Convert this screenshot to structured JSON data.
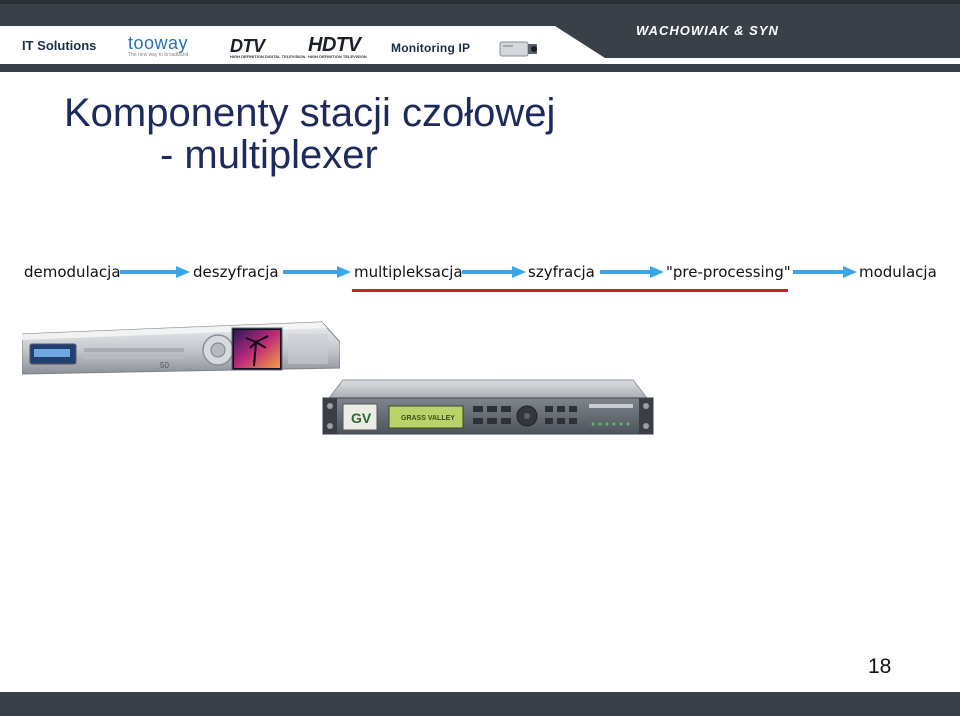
{
  "header": {
    "logos": {
      "it_solutions": "IT Solutions",
      "tooway": "tooway",
      "tooway_tagline": "The new way to broadband",
      "dtv": "DTV",
      "dtv_tagline": "HIGH DEFINITION DIGITAL TELEVISION",
      "hdtv": "HDTV",
      "hdtv_tagline": "HIGH DEFINITION TELEVISION",
      "monitoring": "Monitoring IP",
      "company": "WACHOWIAK & SYN"
    }
  },
  "slide": {
    "title_line1": "Komponenty stacji czołowej",
    "title_line2": "- multiplexer",
    "page_number": "18"
  },
  "chain": {
    "steps": [
      "demodulacja",
      "deszyfracja",
      "multipleksacja",
      "szyfracja",
      "\"pre-processing\"",
      "modulacja"
    ],
    "highlight_color": "#d0202a",
    "arrow_color": "#3aa6e8"
  },
  "devices": {
    "multiplexer_brand": "GRASS VALLEY",
    "receiver_channel": "50"
  },
  "colors": {
    "banner": "#3a4048",
    "title": "#1d2a5c"
  }
}
